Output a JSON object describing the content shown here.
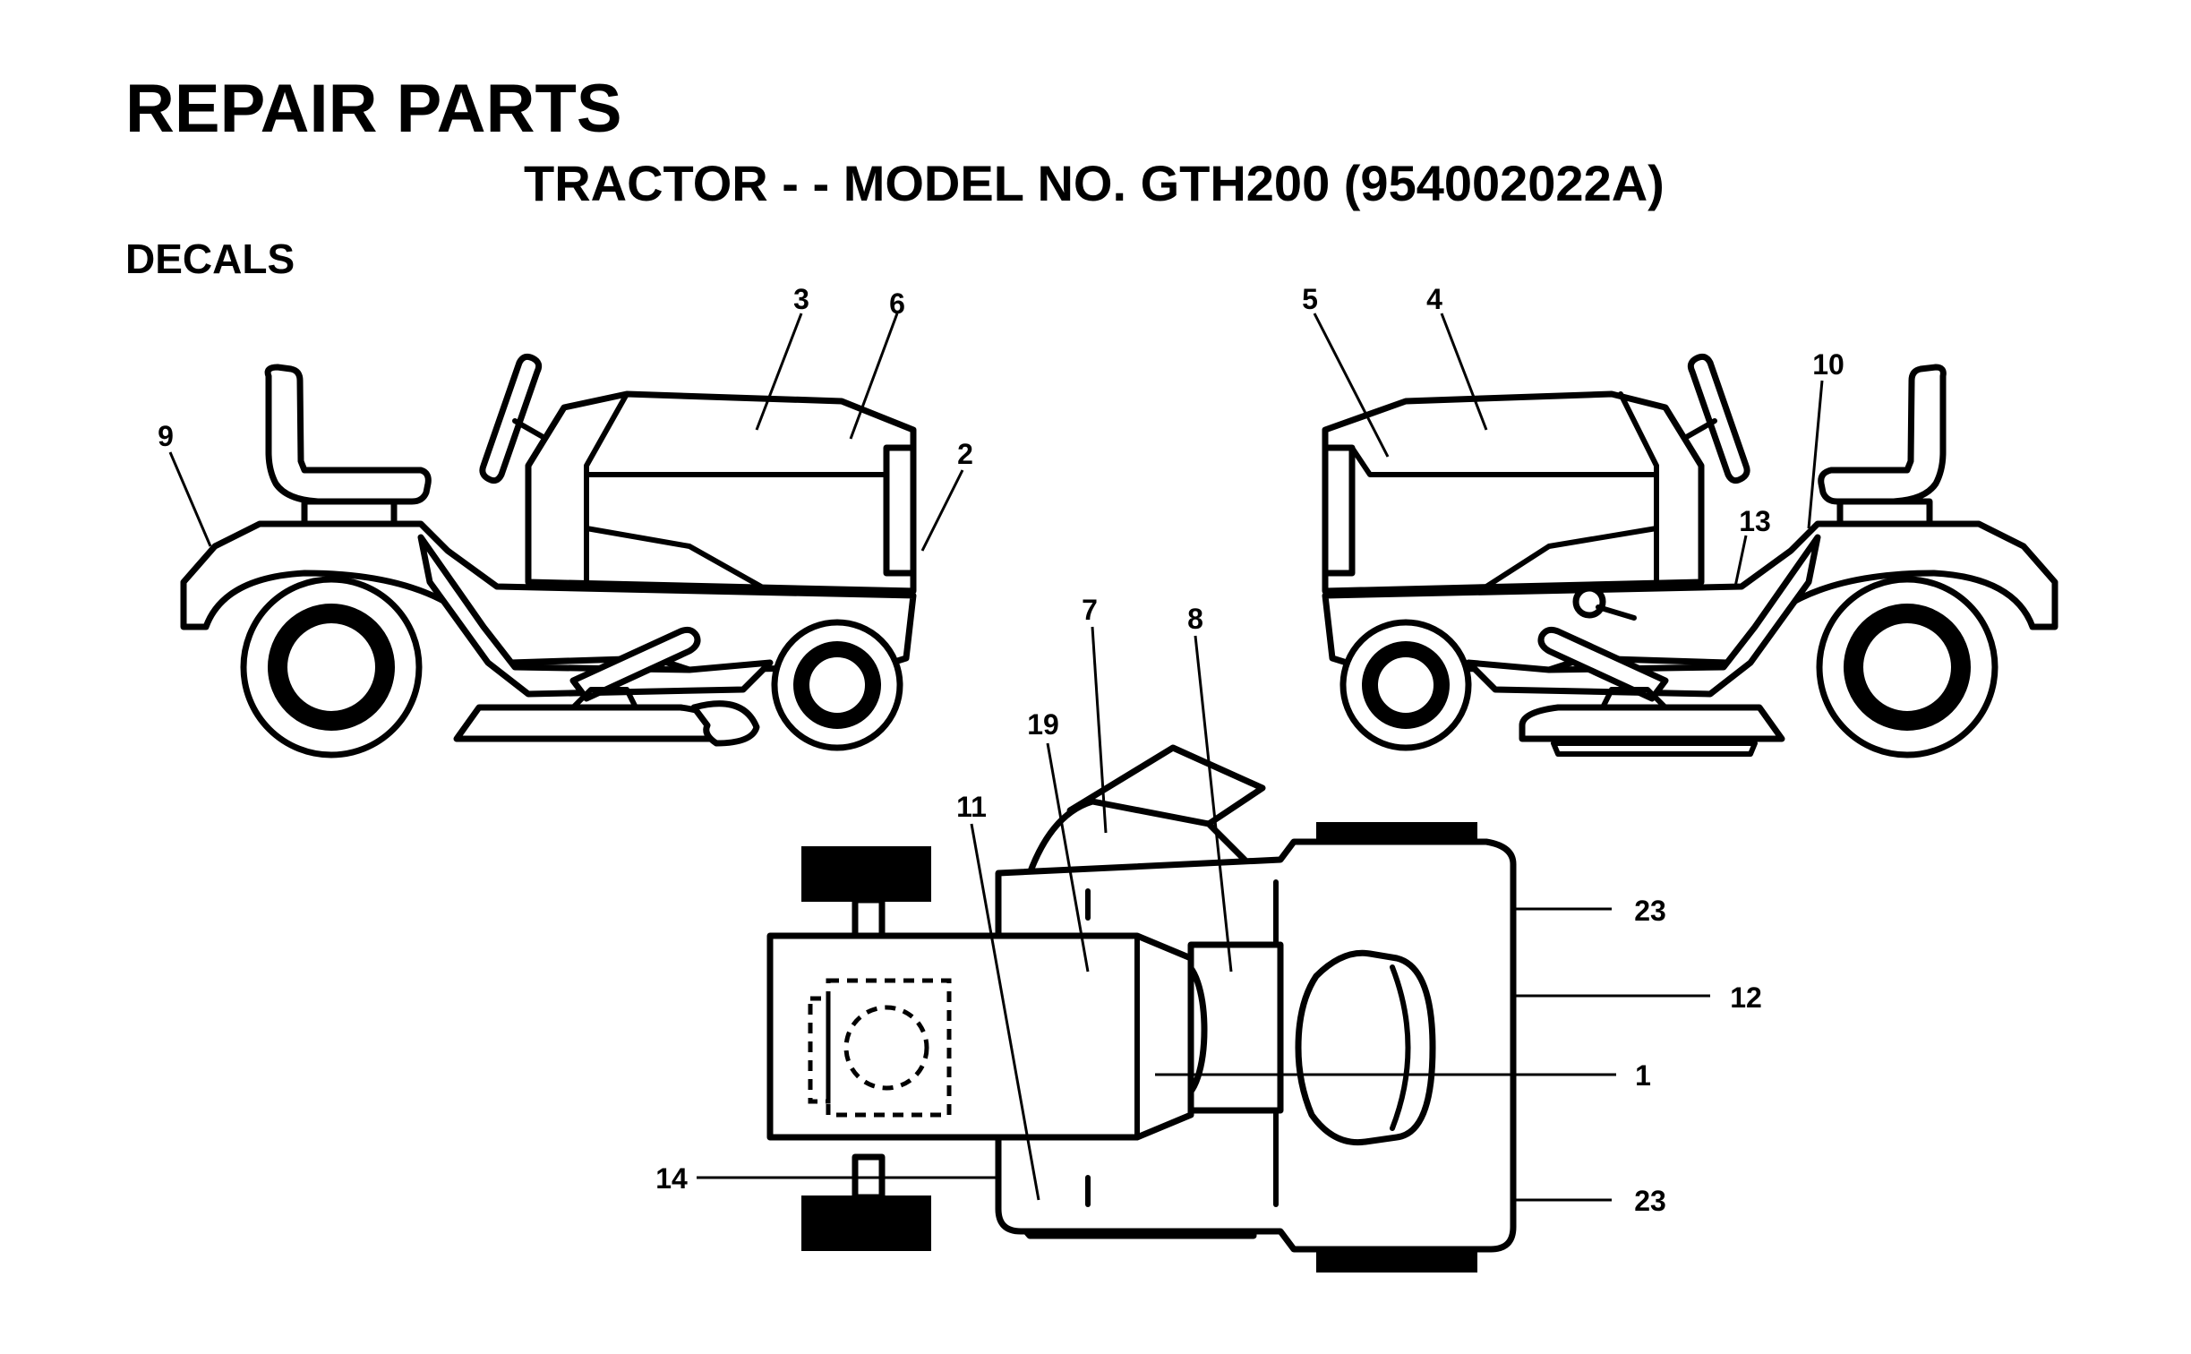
{
  "header": {
    "title": "REPAIR PARTS",
    "subtitle": "TRACTOR - - MODEL NO. GTH200 (954002022A)",
    "section": "DECALS"
  },
  "callouts": {
    "c1": "1",
    "c2": "2",
    "c3": "3",
    "c4": "4",
    "c5": "5",
    "c6": "6",
    "c7": "7",
    "c8": "8",
    "c9": "9",
    "c10": "10",
    "c11": "11",
    "c12": "12",
    "c13": "13",
    "c14": "14",
    "c19": "19",
    "c23a": "23",
    "c23b": "23"
  }
}
